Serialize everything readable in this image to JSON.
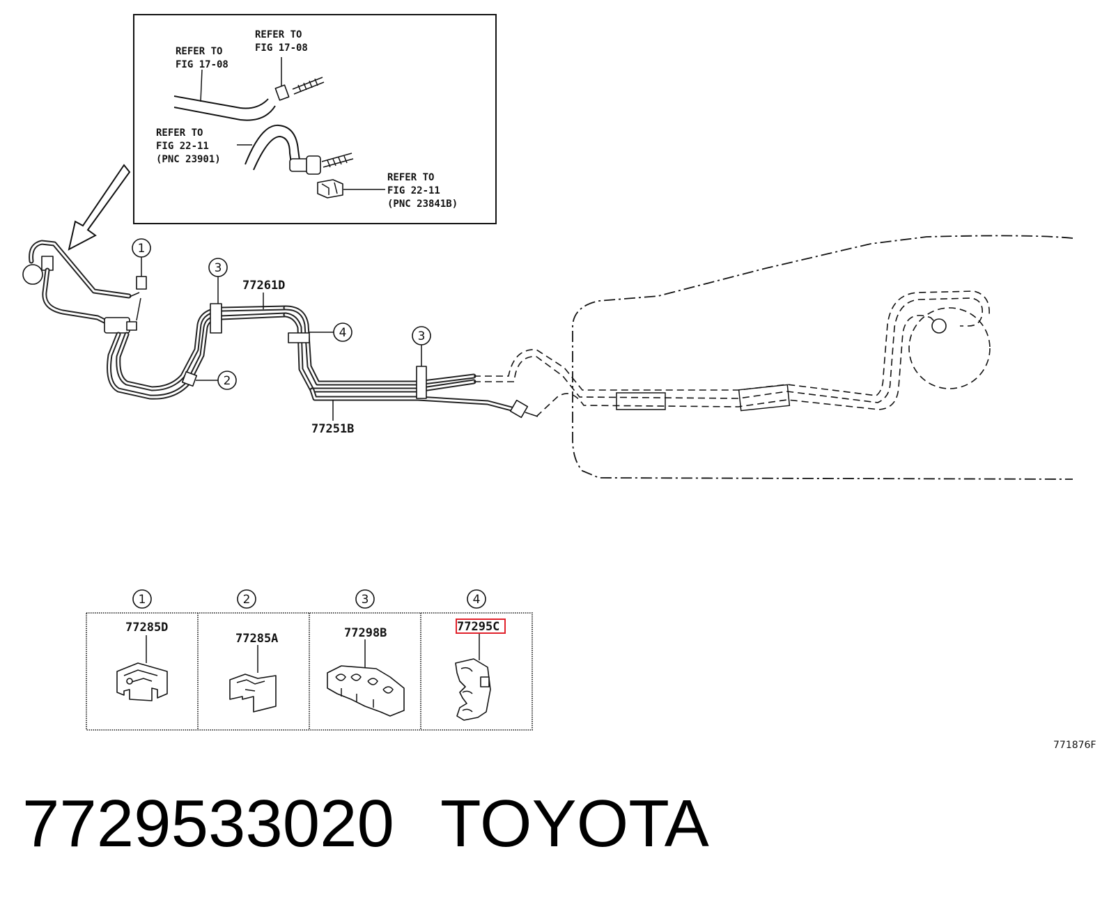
{
  "inset": {
    "refer_1": {
      "line1": "REFER TO",
      "line2": "FIG 17-08"
    },
    "refer_2": {
      "line1": "REFER TO",
      "line2": "FIG 17-08"
    },
    "refer_3": {
      "line1": "REFER TO",
      "line2": "FIG 22-11",
      "line3": "(PNC 23901)"
    },
    "refer_4": {
      "line1": "REFER TO",
      "line2": "FIG 22-11",
      "line3": "(PNC 23841B)"
    }
  },
  "callouts": {
    "c1": "1",
    "c2": "2",
    "c3a": "3",
    "c3b": "3",
    "c4": "4"
  },
  "parts": {
    "upper_pipe": "77261D",
    "lower_pipe": "77251B"
  },
  "legend": {
    "cells": [
      {
        "num": "1",
        "part": "77285D"
      },
      {
        "num": "2",
        "part": "77285A"
      },
      {
        "num": "3",
        "part": "77298B"
      },
      {
        "num": "4",
        "part": "77295C"
      }
    ]
  },
  "figure_code": "771876F",
  "footer": {
    "part_number": "7729533020",
    "brand": "TOYOTA"
  },
  "highlight_color": "#e0202a"
}
